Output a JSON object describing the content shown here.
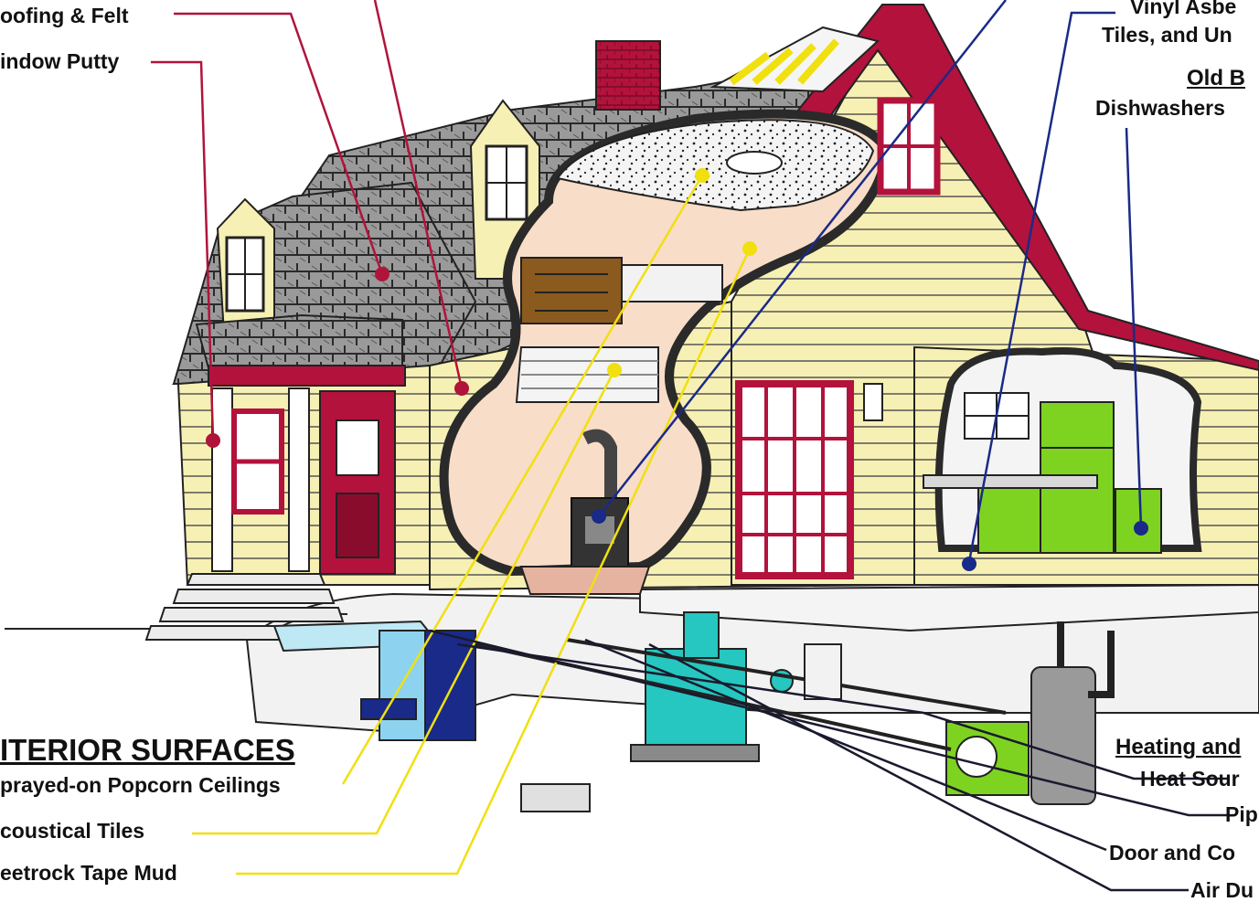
{
  "labels": {
    "roofing_felt": "oofing & Felt",
    "window_putty": "indow Putty",
    "vinyl_asbestos": "Vinyl Asbe",
    "tiles_and": "Tiles, and Un",
    "old_brand": "Old B",
    "dishwashers": "Dishwashers",
    "interior_surfaces": "ITERIOR SURFACES",
    "popcorn_ceilings": "prayed-on Popcorn Ceilings",
    "acoustical_tiles": "coustical Tiles",
    "sheetrock_tape_mud": "eetrock Tape Mud",
    "heating_and": "Heating and",
    "heat_source": "Heat Sour",
    "pipe": "Pip",
    "door_and": "Door and Co",
    "air_duct": "Air Du"
  },
  "colors": {
    "exterior_callout": "#b0143a",
    "interior_callout": "#f0e010",
    "heating_callout": "#1a2a88",
    "siding": "#f7f0b4",
    "roof": "#8a8a8a",
    "trim": "#b3123c",
    "appliance_green": "#7ed321",
    "furnace_teal": "#25c7c0"
  }
}
